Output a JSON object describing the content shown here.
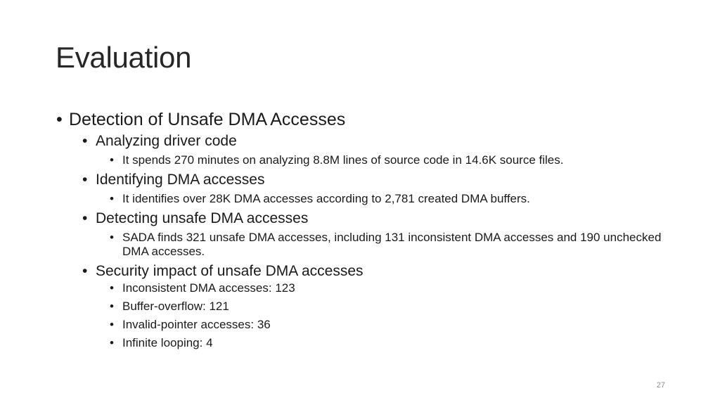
{
  "slide": {
    "title": "Evaluation",
    "page_number": "27",
    "bullet_char": "•",
    "section": {
      "heading": "Detection of Unsafe DMA Accesses",
      "items": [
        {
          "label": "Analyzing driver code",
          "details": [
            "It spends 270 minutes on analyzing 8.8M lines of source code in 14.6K source files."
          ]
        },
        {
          "label": "Identifying DMA accesses",
          "details": [
            "It identifies over 28K DMA accesses according to 2,781 created DMA buffers."
          ]
        },
        {
          "label": "Detecting unsafe DMA accesses",
          "details": [
            "SADA finds 321 unsafe DMA accesses, including 131 inconsistent DMA accesses and 190 unchecked DMA accesses."
          ]
        },
        {
          "label": "Security impact of unsafe DMA accesses",
          "details": [
            "Inconsistent DMA accesses: 123",
            "Buffer-overflow: 121",
            "Invalid-pointer accesses: 36",
            "Infinite looping: 4"
          ]
        }
      ]
    }
  }
}
